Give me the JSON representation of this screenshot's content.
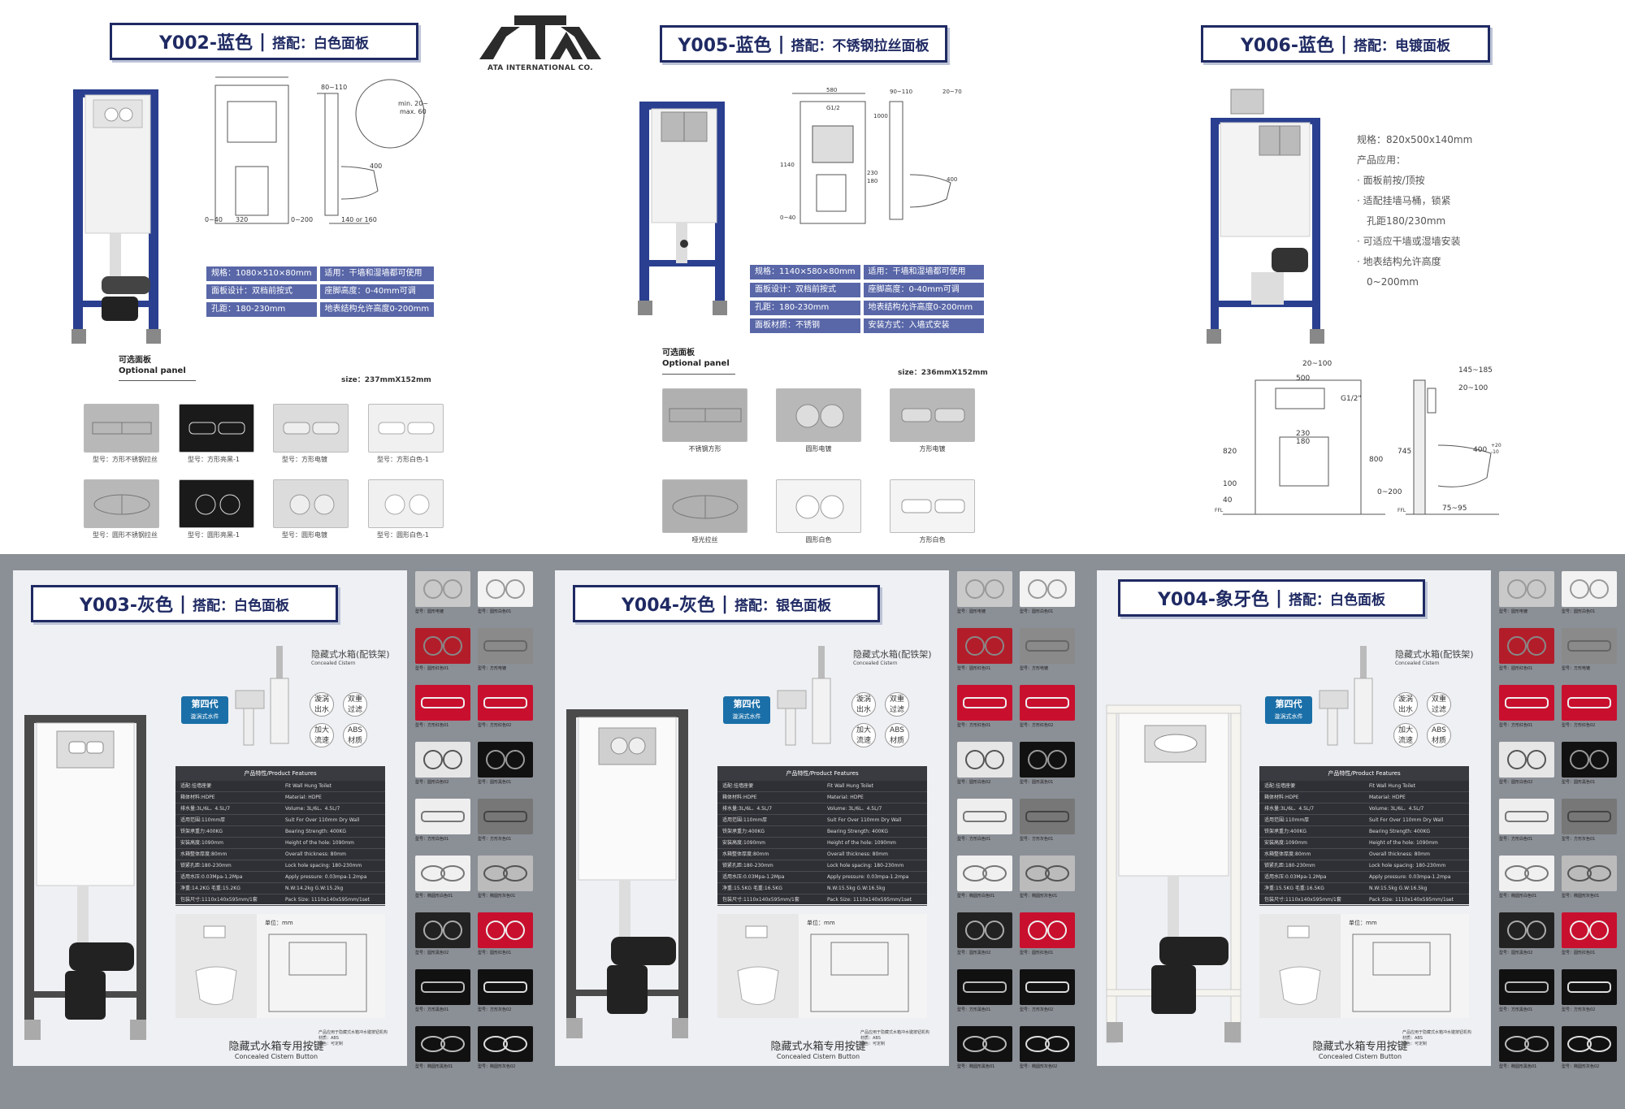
{
  "logo": {
    "text": "ATA INTERNATIONAL CO."
  },
  "models": [
    {
      "code": "Y002-蓝色",
      "sep": "|",
      "panel": "搭配：白色面板"
    },
    {
      "code": "Y005-蓝色",
      "sep": "|",
      "panel": "搭配：不锈钢拉丝面板"
    },
    {
      "code": "Y006-蓝色",
      "sep": "|",
      "panel": "搭配：电镀面板"
    },
    {
      "code": "Y003-灰色",
      "sep": "|",
      "panel": "搭配：白色面板"
    },
    {
      "code": "Y004-灰色",
      "sep": "|",
      "panel": "搭配：银色面板"
    },
    {
      "code": "Y004-象牙色",
      "sep": "|",
      "panel": "搭配：白色面板"
    }
  ],
  "y002": {
    "specs": [
      "规格：1080×510×80mm",
      "适用：干墙和湿墙都可使用",
      "面板设计：双档前按式",
      "座脚高度：0-40mm可调",
      "孔距：180-230mm",
      "地表结构允许高度0-200mm"
    ],
    "optional_cn": "可选面板",
    "optional_en": "Optional panel",
    "size": "size：237mmX152mm",
    "plates": [
      "型号：方形不锈钢拉丝",
      "型号：方形亮黑-1",
      "型号：方形电镀",
      "型号：方形白色-1",
      "型号：圆形不锈钢拉丝",
      "型号：圆形亮黑-1",
      "型号：圆形电镀",
      "型号：圆形白色-1"
    ],
    "dims": [
      "min. 20~",
      "max. 60",
      "80~110",
      "400",
      "140 or 160",
      "0~200",
      "320",
      "0~40"
    ]
  },
  "y005": {
    "specs": [
      "规格：1140×580×80mm",
      "适用：干墙和湿墙都可使用",
      "面板设计：双档前按式",
      "座脚高度：0-40mm可调",
      "孔距：180-230mm",
      "地表结构允许高度0-200mm",
      "面板材质：不锈钢",
      "安装方式：入墙式安装"
    ],
    "optional_cn": "可选面板",
    "optional_en": "Optional panel",
    "size": "size：236mmX152mm",
    "plates": [
      "不锈钢方形",
      "圆形电镀",
      "方形电镀",
      "哑光拉丝",
      "圆形白色",
      "方形白色"
    ],
    "dims": [
      "580",
      "G1/2",
      "90~110",
      "20~70",
      "1000",
      "1140",
      "230",
      "180",
      "400",
      "0~40"
    ]
  },
  "y006": {
    "lines": [
      "规格：820x500x140mm",
      "产品应用：",
      "· 面板前按/顶按",
      "· 适配挂墙马桶，锁紧",
      "孔距180/230mm",
      "· 可适应干墙或湿墙安装",
      "· 地表结构允许高度",
      "0~200mm"
    ],
    "dims": [
      "500",
      "20~100",
      "G1/2\"",
      "145~185",
      "20~100",
      "230",
      "180",
      "820",
      "100",
      "40",
      "745",
      "800",
      "0~200",
      "400",
      "+20",
      "-10",
      "75~95",
      "FFL",
      "FFL"
    ]
  },
  "gray_panels": {
    "tank_cn": "隐藏式水箱(配铁架)",
    "tank_en": "Concealed Cistern",
    "gen_cn": "第四代",
    "gen_sub": "漩涡式水件",
    "features": [
      [
        "漩涡",
        "出水"
      ],
      [
        "双重",
        "过滤"
      ],
      [
        "加大",
        "流速"
      ],
      [
        "ABS",
        "材质"
      ]
    ],
    "feature_title": "产品特性/Product Features",
    "rows_y003": [
      [
        "适配:挂墙座便",
        "Fit Wall Hung Toilet"
      ],
      [
        "箱体材料:HDPE",
        "Material: HDPE"
      ],
      [
        "排水量:3L/6L、4.5L/7",
        "Volume: 3L/6L、4.5L/7"
      ],
      [
        "适用范围:110mm厚",
        "Suit For Over 110mm Dry Wall"
      ],
      [
        "铁架承重力:400KG",
        "Bearing Strength: 400KG"
      ],
      [
        "安装高度:1090mm",
        "Height of the hole: 1090mm"
      ],
      [
        "水箱整体厚度:80mm",
        "Overall thickness: 80mm"
      ],
      [
        "锁紧孔距:180-230mm",
        "Lock hole spacing: 180-230mm"
      ],
      [
        "适用水压:0.03Mpa-1.2Mpa",
        "Apply pressure: 0.03mpa-1.2mpa"
      ],
      [
        "净重:14.2KG 毛重:15.2KG",
        "N.W:14.2kg G.W:15.2kg"
      ],
      [
        "包装尺寸:1110x140x595mm/1套",
        "Pack Size: 1110x140x595mm/1set"
      ]
    ],
    "rows_y004": [
      [
        "适配:挂墙座便",
        "Fit Wall Hung Toilet"
      ],
      [
        "箱体材料:HDPE",
        "Material: HDPE"
      ],
      [
        "排水量:3L/6L、4.5L/7",
        "Volume: 3L/6L、4.5L/7"
      ],
      [
        "适用范围:110mm厚",
        "Suit For Over 110mm Dry Wall"
      ],
      [
        "铁架承重力:400KG",
        "Bearing Strength: 400KG"
      ],
      [
        "安装高度:1090mm",
        "Height of the hole: 1090mm"
      ],
      [
        "水箱整体厚度:80mm",
        "Overall thickness: 80mm"
      ],
      [
        "锁紧孔距:180-230mm",
        "Lock hole spacing: 180-230mm"
      ],
      [
        "适用水压:0.03Mpa-1.2Mpa",
        "Apply pressure: 0.03mpa-1.2mpa"
      ],
      [
        "净重:15.5KG 毛重:16.5KG",
        "N.W:15.5kg G.W:16.5kg"
      ],
      [
        "包装尺寸:1110x140x595mm/1套",
        "Pack Size: 1110x140x595mm/1set"
      ]
    ],
    "unit": "单位：mm",
    "button_cn": "隐藏式水箱专用按键",
    "button_en": "Concealed Cistern Button",
    "button_note": "产品应用于隐藏式水箱冲水键按钮机构\n材质：ABS\n颜色：可定制",
    "btn_names": [
      "型号：圆形电镀",
      "型号：圆形白色01",
      "型号：圆形红色01",
      "型号：方形电镀",
      "型号：方形红色01",
      "型号：方形红色02",
      "型号：圆形白色02",
      "型号：圆形黑色01",
      "型号：方形白色01",
      "型号：方形灰色01",
      "型号：椭圆形白色01",
      "型号：椭圆形灰色01",
      "型号：圆形黑色02",
      "型号：圆形红色01",
      "型号：方形黑色01",
      "型号：方形灰色02",
      "型号：椭圆形黑色01",
      "型号：椭圆形灰色02"
    ]
  },
  "colors": {
    "navy": "#1f2a63",
    "spec_blue": "#5967a8",
    "gray_bg": "#8b8f96",
    "frame_blue": "#2a3f8f"
  }
}
